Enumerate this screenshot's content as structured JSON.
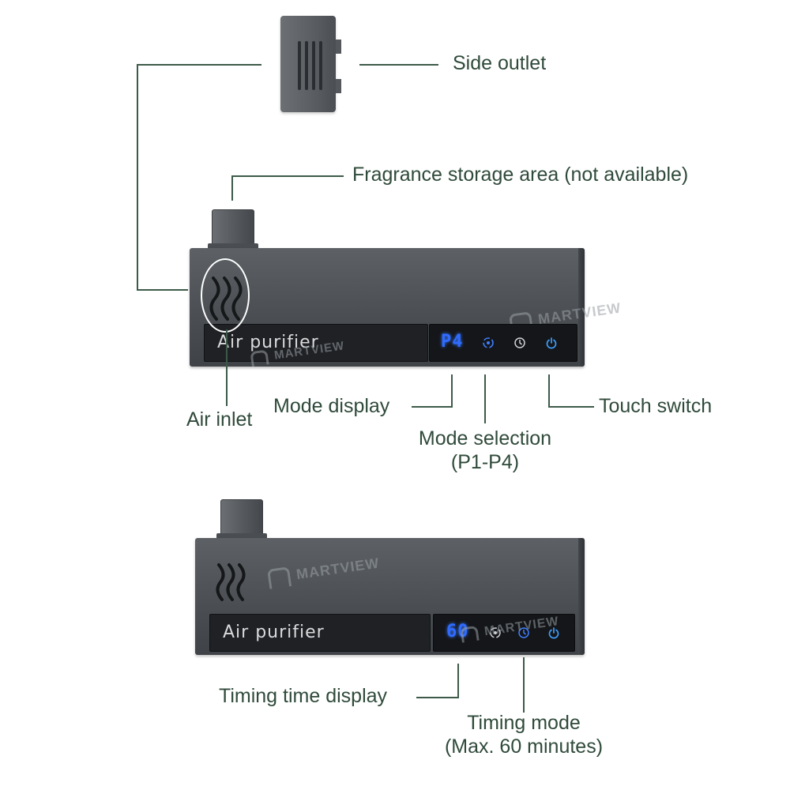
{
  "callouts": {
    "side_outlet": "Side outlet",
    "fragrance": "Fragrance storage area (not available)",
    "air_inlet": "Air inlet",
    "mode_display": "Mode display",
    "mode_selection_line1": "Mode selection",
    "mode_selection_line2": "(P1-P4)",
    "touch_switch": "Touch switch",
    "timing_display": "Timing time display",
    "timing_mode_line1": "Timing mode",
    "timing_mode_line2": "(Max. 60 minutes)"
  },
  "device_top": {
    "panel_label": "Air purifier",
    "display_value": "P4",
    "watermark": "MARTVIEW"
  },
  "device_bottom": {
    "panel_label": "Air purifier",
    "display_value": "60",
    "watermark": "MARTVIEW"
  },
  "icons": {
    "mode": "mode-icon",
    "timer": "timer-icon",
    "power": "power-icon"
  },
  "colors": {
    "label_text": "#2f4a3a",
    "display_blue": "#2f6bff",
    "device_body": "#4a4e52"
  }
}
